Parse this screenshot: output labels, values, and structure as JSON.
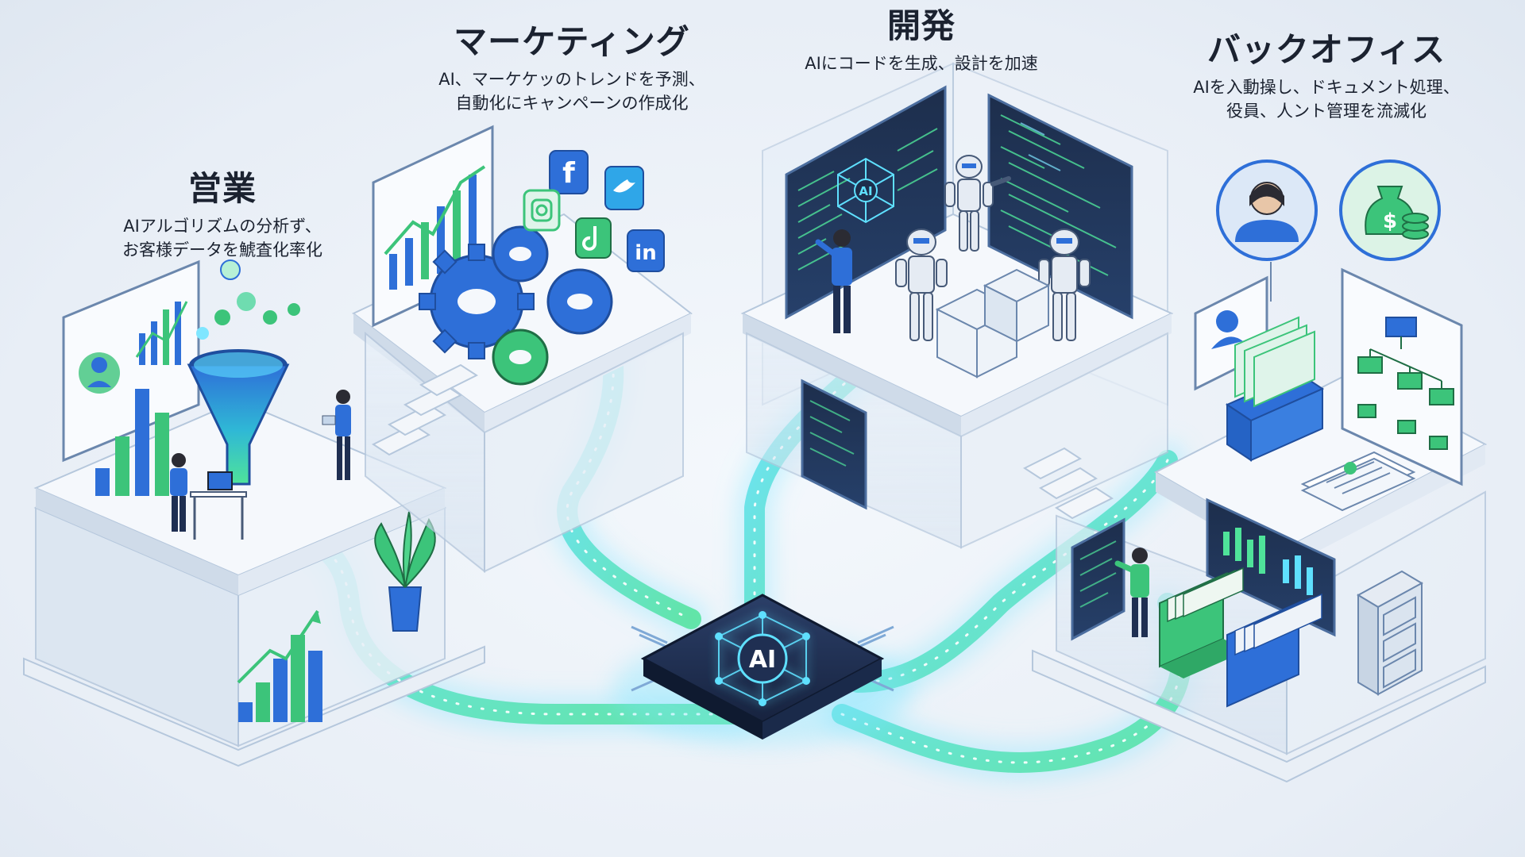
{
  "hub": {
    "label": "AI"
  },
  "departments": {
    "sales": {
      "title": "営業",
      "desc_line1": "AIアルゴリズムの分析ず、",
      "desc_line2": "お客様データを鯱査化率化"
    },
    "marketing": {
      "title": "マーケティング",
      "desc_line1": "AI、マーケケッのトレンドを予測、",
      "desc_line2": "自動化にキャンペーンの作成化"
    },
    "development": {
      "title": "開発",
      "desc_line1": "AIにコードを生成、設計を加速"
    },
    "backoffice": {
      "title": "バックオフィス",
      "desc_line1": "AIを入動操し、ドキュメント処理、",
      "desc_line2": "役員、人ント管理を流滅化"
    }
  },
  "social_icons": {
    "facebook": "f",
    "linkedin": "in",
    "money": "$"
  },
  "icons": [
    "funnel-icon",
    "gear-icon",
    "facebook-icon",
    "twitter-icon",
    "instagram-icon",
    "tiktok-icon",
    "linkedin-icon",
    "robot-icon",
    "person-icon",
    "money-bag-icon",
    "folder-icon",
    "document-icon",
    "org-chart-icon",
    "plant-icon",
    "ai-chip-icon"
  ],
  "colors": {
    "accent_blue": "#2e6fd8",
    "accent_green": "#3cc47a",
    "glow_cyan": "#5fe0ff",
    "chip_dark": "#1f2f52",
    "platform": "#f3f6fa",
    "glass": "#dbe6f2"
  }
}
